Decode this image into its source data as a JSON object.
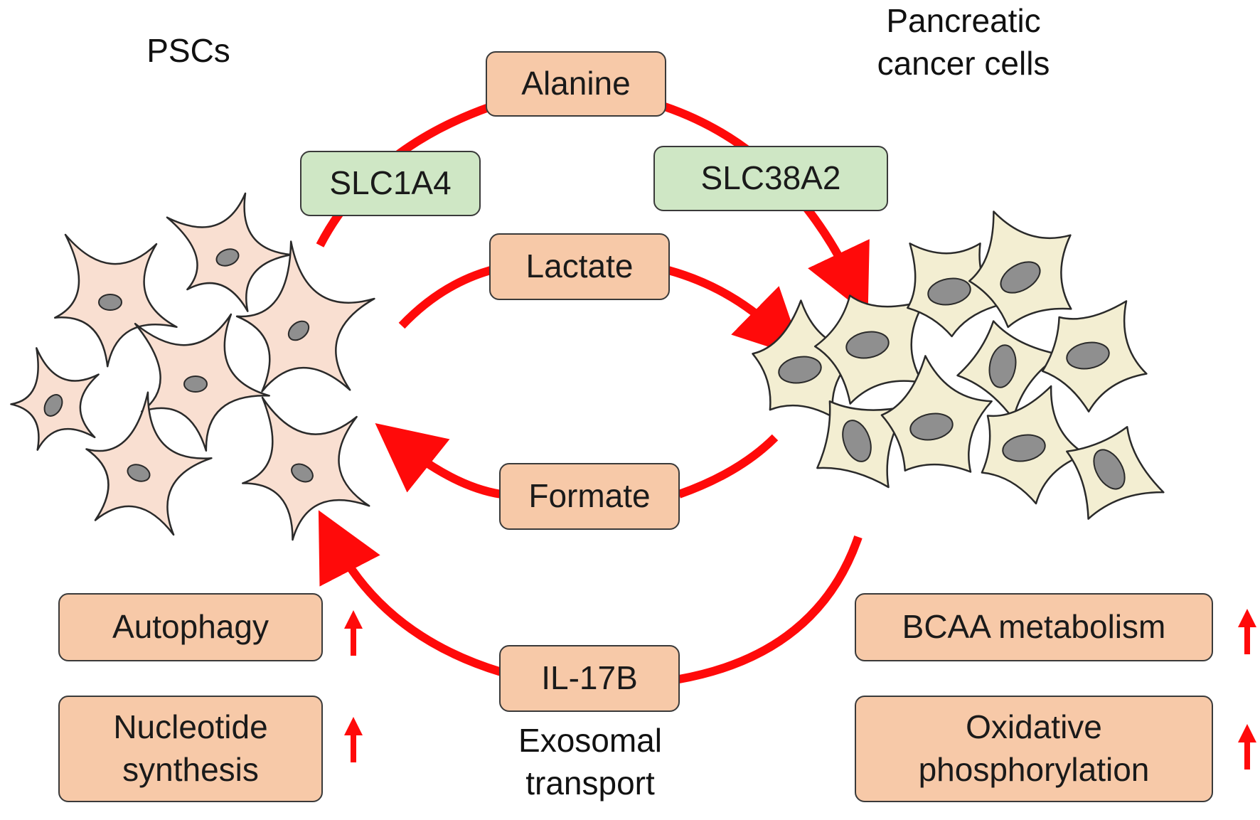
{
  "titles": {
    "left": "PSCs",
    "right_line1": "Pancreatic",
    "right_line2": "cancer cells"
  },
  "metabolites": {
    "alanine": "Alanine",
    "lactate": "Lactate",
    "formate": "Formate",
    "il17b": "IL-17B"
  },
  "transporters": {
    "slc1a4": "SLC1A4",
    "slc38a2": "SLC38A2"
  },
  "transport_label": {
    "line1": "Exosomal",
    "line2": "transport"
  },
  "psc_effects": [
    {
      "line1": "Autophagy",
      "line2": ""
    },
    {
      "line1": "Nucleotide",
      "line2": "synthesis"
    }
  ],
  "cancer_effects": [
    {
      "line1": "BCAA metabolism",
      "line2": ""
    },
    {
      "line1": "Oxidative",
      "line2": "phosphorylation"
    }
  ],
  "colors": {
    "arrow": "#ff0a0a",
    "metabolite_box": "#f7c9a8",
    "transporter_box": "#cfe7c5",
    "psc_cell": "#f9dfd1",
    "cancer_cell": "#f3eed2",
    "nucleus": "#8f8f8f"
  }
}
